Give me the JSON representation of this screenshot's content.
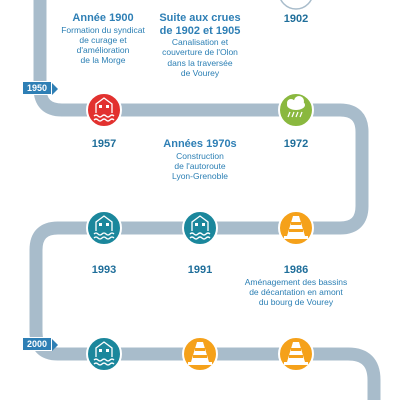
{
  "colors": {
    "track": "#a8bccb",
    "red": "#e2312f",
    "green": "#8ab83f",
    "teal": "#1b879c",
    "orange": "#f5a11a",
    "flag": "#2e7fb5"
  },
  "flags": {
    "f1950": "1950",
    "f2000": "2000"
  },
  "row1": {
    "event1": {
      "title": "Année 1900",
      "desc": [
        "Formation du syndicat",
        "de curage et",
        "d'amélioration",
        "de la Morge"
      ]
    },
    "event2": {
      "title": [
        "Suite aux crues",
        "de 1902 et 1905"
      ],
      "desc": [
        "Canalisation et",
        "couverture de l'Olon",
        "dans la traversée",
        "de Vourey"
      ]
    },
    "event3": {
      "year": "1902"
    }
  },
  "row2": {
    "event1": {
      "year": "1957",
      "icon": "flood-house-icon"
    },
    "event2": {
      "title": "Années 1970s",
      "desc": [
        "Construction",
        "de l'autoroute",
        "Lyon-Grenoble"
      ]
    },
    "event3": {
      "year": "1972",
      "icon": "rain-cloud-icon"
    }
  },
  "row3": {
    "event1": {
      "year": "1993",
      "icon": "flood-house-icon"
    },
    "event2": {
      "year": "1991",
      "icon": "flood-house-icon"
    },
    "event3": {
      "year": "1986",
      "icon": "traffic-cone-icon",
      "desc": [
        "Aménagement des bassins",
        "de décantation en amont",
        "du bourg de Vourey"
      ]
    }
  },
  "row4": {
    "event1": {
      "icon": "flood-house-icon"
    },
    "event2": {
      "icon": "traffic-cone-icon"
    },
    "event3": {
      "icon": "traffic-cone-icon"
    }
  }
}
